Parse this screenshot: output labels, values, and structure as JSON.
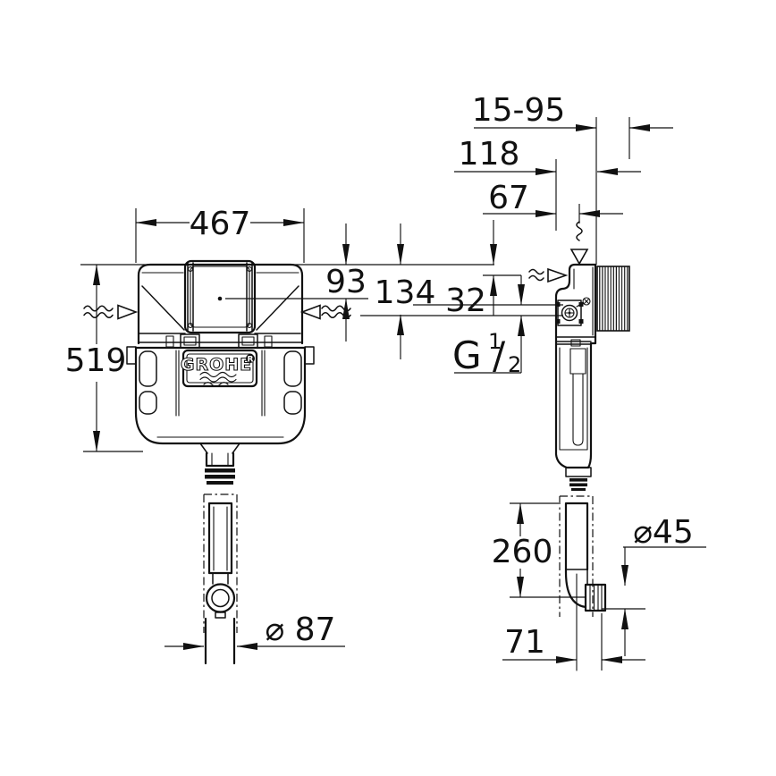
{
  "logo": {
    "brand": "GROHE",
    "registered": "R"
  },
  "dimensions": {
    "front": {
      "width": "467",
      "height": "519",
      "plate_center": "93",
      "inlet_axis": "134",
      "flush_pipe_diameter": "⌀ 87"
    },
    "side": {
      "wall_distance_range": "15-95",
      "depth": "118",
      "inlet_offset": "67",
      "top_offset": "32",
      "outlet_drop": "260",
      "outlet_diameter": "⌀45",
      "outlet_wall_offset": "71",
      "thread": {
        "letter": "G",
        "numerator": "1",
        "fraction_slash": "/",
        "denominator": "2"
      }
    }
  }
}
